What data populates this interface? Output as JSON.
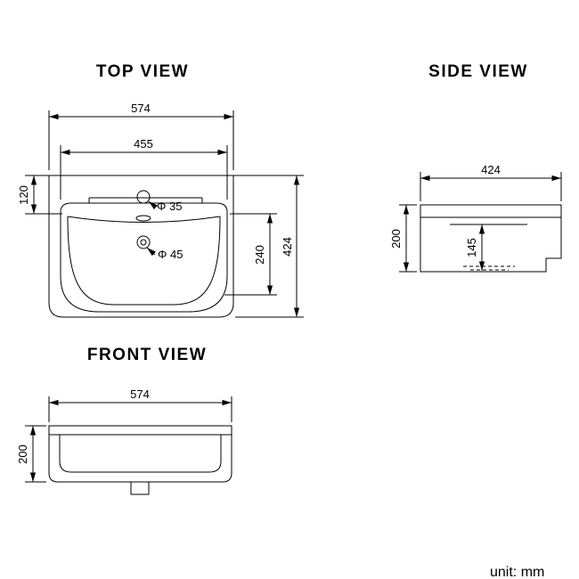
{
  "unit_label": "unit: mm",
  "views": {
    "top": {
      "title": "TOP VIEW",
      "dim_overall_width": "574",
      "dim_inner_width": "455",
      "dim_back_depth": "120",
      "dim_bowl_depth": "240",
      "dim_overall_depth": "424",
      "label_faucet_hole": "Φ 35",
      "label_drain_hole": "Φ 45"
    },
    "side": {
      "title": "SIDE VIEW",
      "dim_overall_depth": "424",
      "dim_height": "200",
      "dim_inner_height": "145"
    },
    "front": {
      "title": "FRONT VIEW",
      "dim_overall_width": "574",
      "dim_height": "200"
    }
  }
}
